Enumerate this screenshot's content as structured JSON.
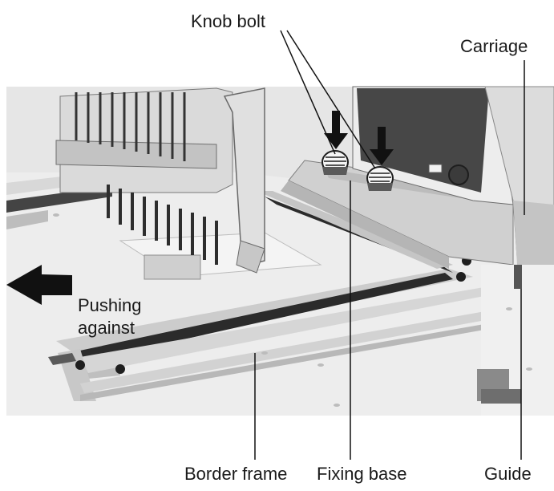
{
  "labels": {
    "knob_bolt": "Knob bolt",
    "carriage": "Carriage",
    "pushing_against_line1": "Pushing",
    "pushing_against_line2": "against",
    "border_frame": "Border frame",
    "fixing_base": "Fixing base",
    "guide": "Guide"
  }
}
